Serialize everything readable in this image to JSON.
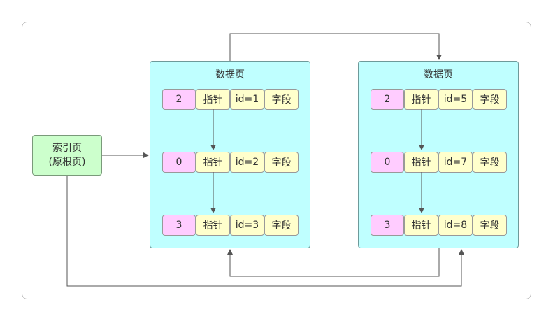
{
  "index_page": {
    "line1": "索引页",
    "line2": "(原根页)"
  },
  "pages": [
    {
      "title": "数据页",
      "rows": [
        {
          "num": "2",
          "pointer": "指针",
          "id": "id=1",
          "field": "字段"
        },
        {
          "num": "0",
          "pointer": "指针",
          "id": "id=2",
          "field": "字段"
        },
        {
          "num": "3",
          "pointer": "指针",
          "id": "id=3",
          "field": "字段"
        }
      ]
    },
    {
      "title": "数据页",
      "rows": [
        {
          "num": "2",
          "pointer": "指针",
          "id": "id=5",
          "field": "字段"
        },
        {
          "num": "0",
          "pointer": "指针",
          "id": "id=7",
          "field": "字段"
        },
        {
          "num": "3",
          "pointer": "指针",
          "id": "id=8",
          "field": "字段"
        }
      ]
    }
  ]
}
